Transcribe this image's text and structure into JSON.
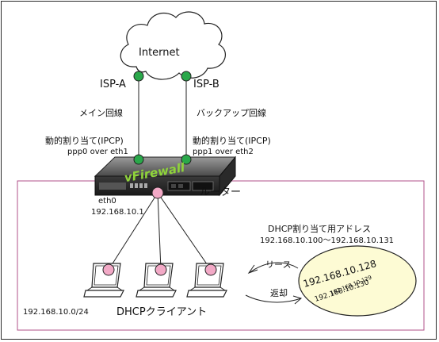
{
  "internet": "Internet",
  "isp_a": "ISP-A",
  "isp_b": "ISP-B",
  "main_line": "メイン回線",
  "backup_line": "バックアップ回線",
  "dynamic_a": "動的割り当て(IPCP)",
  "dynamic_b": "動的割り当て(IPCP)",
  "ppp0": "ppp0 over eth1",
  "ppp1": "ppp1 over eth2",
  "device_name": "vFirewall",
  "router": "ルーター",
  "eth0": "eth0",
  "eth0_ip": "192.168.10.1",
  "pool_title": "DHCP割り当て用アドレス",
  "pool_range": "192.168.10.100～192.168.10.131",
  "lease": "リース",
  "return": "返却",
  "ip_128": "192.168.10.128",
  "ip_129": "192.168.10.129",
  "ip_130": "192.168.10.130",
  "subnet": "192.168.10.0/24",
  "clients": "DHCPクライアント",
  "colors": {
    "node_green": "#2aa84a",
    "node_pink": "#f2a9c6",
    "lan_border": "#b0508a",
    "pool_fill": "#fdfbd4",
    "device_green": "#8fd43a"
  }
}
